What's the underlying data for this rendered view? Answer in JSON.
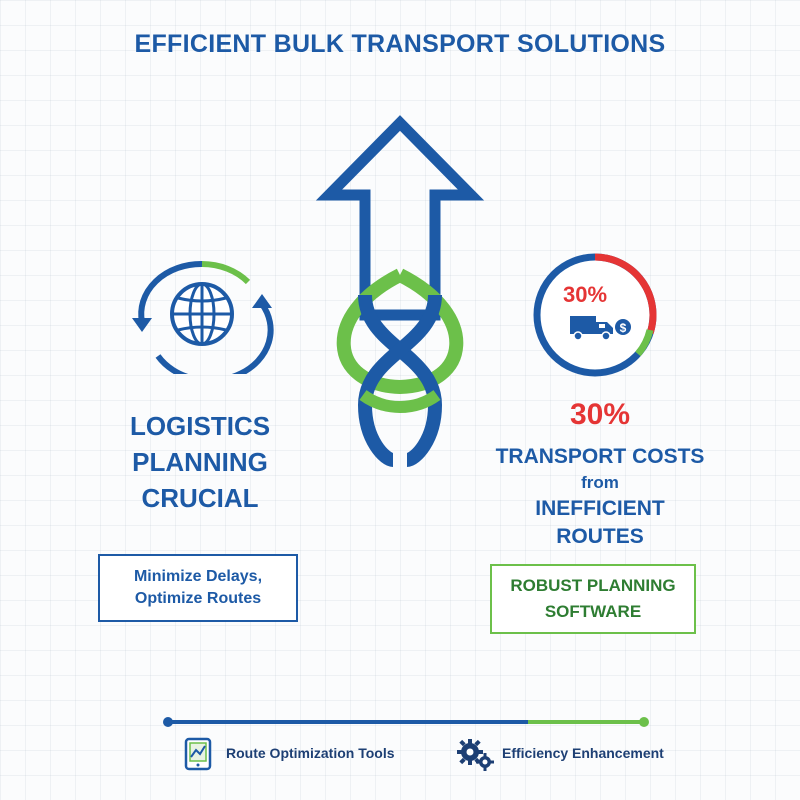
{
  "title": "EFFICIENT BULK TRANSPORT SOLUTIONS",
  "left": {
    "heading_lines": [
      "LOGISTICS",
      "PLANNING",
      "CRUCIAL"
    ],
    "box_lines": [
      "Minimize Delays,",
      "Optimize Routes"
    ],
    "icon": "globe-with-cycle-arrows-icon"
  },
  "right": {
    "gauge_label": "30%",
    "gauge_fraction": 0.3,
    "percent": "30%",
    "text_line1": "TRANSPORT COSTS",
    "text_line2": "from",
    "text_line3": "INEFFICIENT",
    "text_line4": "ROUTES",
    "box_lines": [
      "ROBUST PLANNING",
      "SOFTWARE"
    ],
    "icon": "truck-dollar-icon"
  },
  "center_icon": "arrow-up-with-knot-icon",
  "footer": {
    "item1_label": "Route Optimization Tools",
    "item1_icon": "tablet-map-icon",
    "item2_label": "Efficiency Enhancement",
    "item2_icon": "gears-icon"
  },
  "colors": {
    "blue": "#1d5aa6",
    "green": "#6cc04a",
    "red": "#e53535",
    "dark_green": "#2e7d32"
  }
}
